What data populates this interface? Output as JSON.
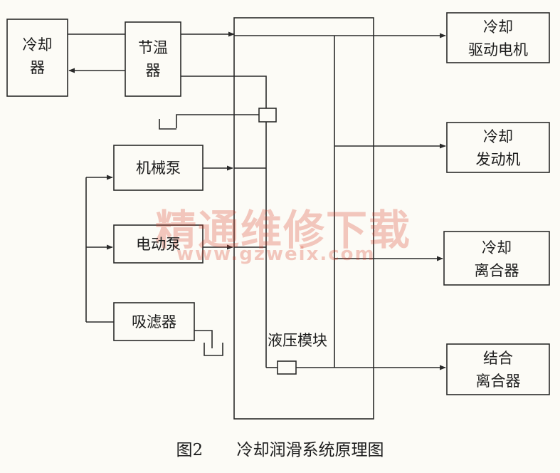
{
  "nodes": {
    "cooler": "冷却\n器",
    "thermostat": "节温\n器",
    "mech_pump": "机械泵",
    "elec_pump": "电动泵",
    "suction_filter": "吸滤器",
    "hydraulic_module": "液压模块",
    "cool_motor": "冷却\n驱动电机",
    "cool_engine": "冷却\n发动机",
    "cool_clutch": "冷却\n离合器",
    "engage_clutch": "结合\n离合器"
  },
  "caption": {
    "figure_number": "图2",
    "title": "冷却润滑系统原理图"
  },
  "watermark": {
    "text": "精通维修下载",
    "url": "www.gzweix.com"
  }
}
